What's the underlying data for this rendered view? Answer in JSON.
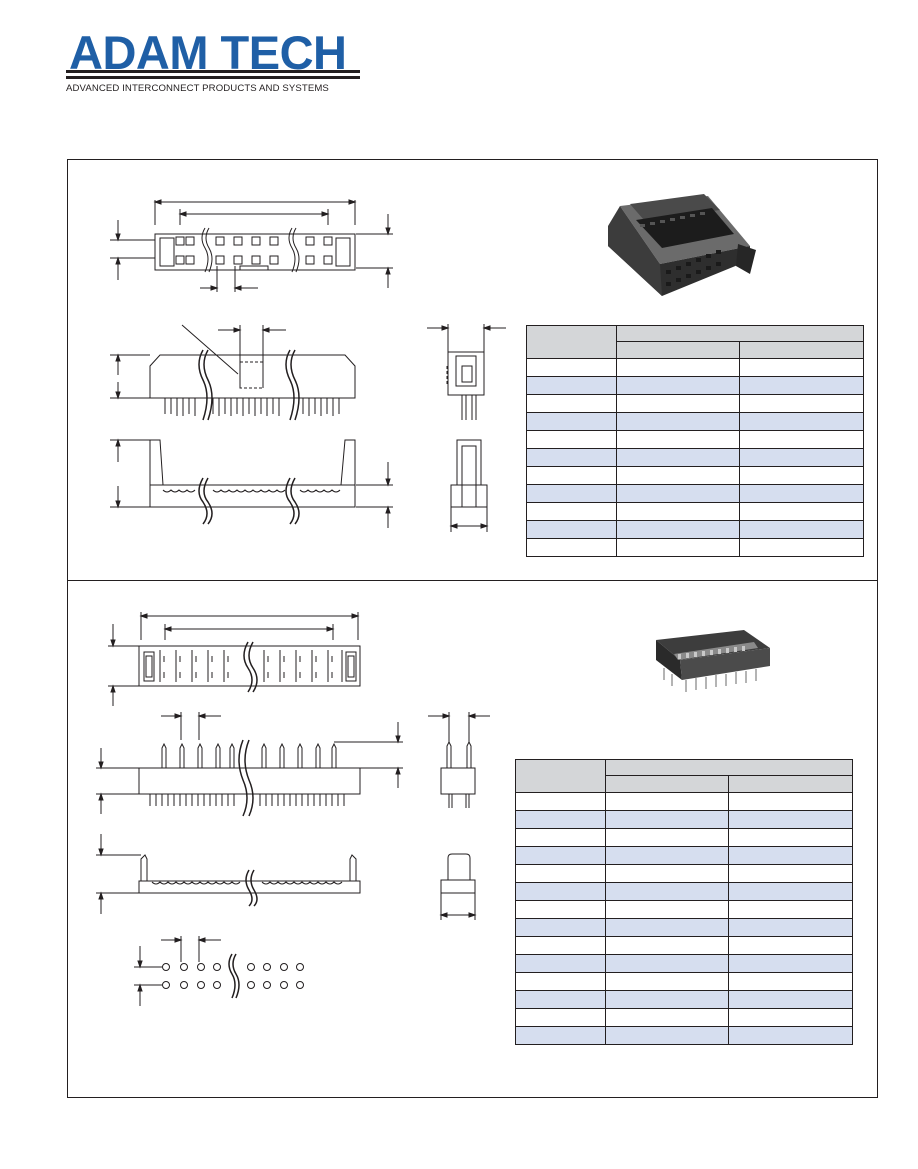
{
  "header": {
    "brand": "ADAM TECH",
    "tagline": "ADVANCED INTERCONNECT PRODUCTS AND SYSTEMS"
  },
  "sections": [
    {
      "name": "idc-socket",
      "photo_icon": "idc-socket-connector-photo",
      "table": {
        "rows": 11,
        "shaded_rows": [
          1,
          3,
          5,
          7,
          9
        ]
      }
    },
    {
      "name": "idc-dip-plug",
      "photo_icon": "dip-plug-connector-photo",
      "table": {
        "rows": 14,
        "shaded_rows": [
          1,
          3,
          5,
          7,
          9,
          11,
          13
        ]
      }
    }
  ],
  "colors": {
    "brand_blue": "#1f5fa6",
    "row_shade": "#d6deef",
    "header_grey": "#d4d6d8",
    "line": "#231f20"
  }
}
